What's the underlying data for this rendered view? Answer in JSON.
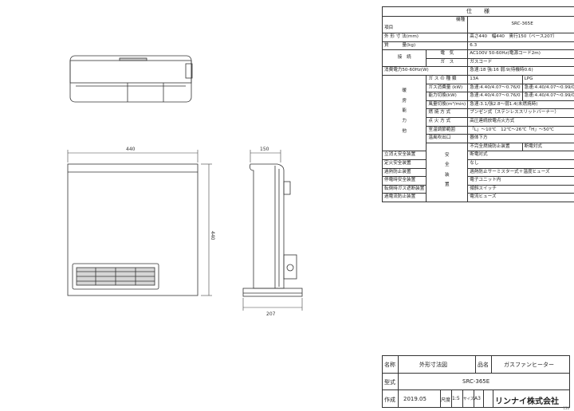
{
  "spec": {
    "title": "仕　様",
    "header_model": "機種",
    "header_item": "項目",
    "model": "SRC-365E",
    "rows": {
      "outer_dim": {
        "label": "外 形 寸 法(mm)",
        "value": "高さ440　幅440　奥行150（ベース207）"
      },
      "mass": {
        "label": "質　　　量(kg)",
        "value": "6.3"
      },
      "conn_label": "接　続",
      "power": {
        "label": "電　気",
        "value": "AC100V 50-60Hz(電源コード2m)"
      },
      "gas": {
        "label": "ガ　ス",
        "value": "ガスコード"
      },
      "consumption": {
        "label": "消費電力50-60Hz(W)",
        "value": "急速:18 強:16 弱:9(待機時0.6)"
      },
      "perf_label": [
        "暖",
        "房",
        "能",
        "力",
        "他"
      ],
      "gas_type": {
        "label": "ガ ス の 種 類",
        "v1": "13A",
        "v2": "LPG"
      },
      "gas_cons": {
        "label": "ガス消費量 (kW)",
        "v1": "急速:4.40/4.07〜0.76/0",
        "v2": "急速:4.40/4.07〜0.99/0"
      },
      "heat_out": {
        "label": "能力切換(kW)",
        "v1": "急速:4.40/4.07〜0.76/0",
        "v2": "急速:4.40/4.07〜0.99/0"
      },
      "airflow": {
        "label": "風量切換(m³/min)",
        "value": "急速:3.1/強2.8〜弱1.4(未燃焼時)"
      },
      "burner": {
        "label": "燃 焼 方 式",
        "value": "ブンゼン式（ステンレススリットバーナー）"
      },
      "ignition": {
        "label": "点 火 方 式",
        "value": "高圧連続放電点火方式"
      },
      "temp": {
        "label": "室温調節範囲",
        "value": "「L」〜10℃　12℃〜26℃「H」〜50℃"
      },
      "outlet": {
        "label": "温風吹出口",
        "value": "器体下方"
      },
      "safety_label": [
        "安",
        "全",
        "装",
        "置"
      ],
      "s1": {
        "label": "不完全燃焼防止装置",
        "value": "断電対式"
      },
      "s2": {
        "label": "立消え安全装置",
        "value": "断電対式"
      },
      "s3": {
        "label": "定火安全装置",
        "value": "なし"
      },
      "s4": {
        "label": "過熱防止装置",
        "value": "過熱防止サーミスター式＋温度ヒューズ"
      },
      "s5": {
        "label": "停電時安全装置",
        "value": "電子ユニット内"
      },
      "s6": {
        "label": "転倒時ガス遮断装置",
        "value": "傾斜スイッチ"
      },
      "s7": {
        "label": "過電流防止装置",
        "value": "電流ヒューズ"
      }
    }
  },
  "dims": {
    "width": "440",
    "height": "440",
    "depth": "150",
    "base": "207"
  },
  "title_block": {
    "name_label": "名称",
    "name_value": "外形寸法図",
    "product_label": "品名",
    "product_value": "ガスファンヒーター",
    "type_label": "型式",
    "type_value": "SRC-365E",
    "made_label": "作成",
    "date": "2019.05",
    "scale_label": "尺度",
    "scale": "1:5",
    "size_label": "サイズ",
    "size": "A3",
    "company": "リンナイ株式会社"
  },
  "page_no": "150"
}
